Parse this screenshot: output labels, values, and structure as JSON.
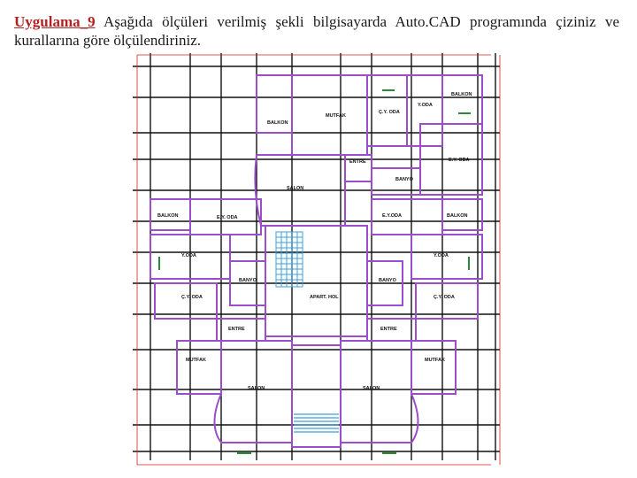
{
  "instruction": {
    "label": "Uygulama_9",
    "text": " Aşağıda ölçüleri verilmiş şekli bilgisayarda Auto.CAD programında çiziniz ve kurallarına göre ölçülendiriniz."
  },
  "plan": {
    "colors": {
      "wall": "#9b4dca",
      "grid": "#111111",
      "dimension": "#d02020",
      "stair": "#3aa0d8",
      "stair_accent": "#e0b020",
      "green": "#2a8a3a"
    },
    "rooms": [
      {
        "id": "mutfak-top",
        "label": "MUTFAK"
      },
      {
        "id": "cy-oda-top",
        "label": "Ç.Y. ODA"
      },
      {
        "id": "y-oda-top",
        "label": "Y.ODA"
      },
      {
        "id": "balkon-tr",
        "label": "BALKON"
      },
      {
        "id": "balkon-tl",
        "label": "BALKON"
      },
      {
        "id": "entre-top",
        "label": "ENTRE"
      },
      {
        "id": "banyo-top",
        "label": "BANYO"
      },
      {
        "id": "salon-top",
        "label": "SALON"
      },
      {
        "id": "ey-oda-tr",
        "label": "E.Y. ODA"
      },
      {
        "id": "balkon-ml",
        "label": "BALKON"
      },
      {
        "id": "ey-oda-l",
        "label": "E.Y. ODA"
      },
      {
        "id": "ey-oda-r",
        "label": "E.Y.ODA"
      },
      {
        "id": "balkon-mr",
        "label": "BALKON"
      },
      {
        "id": "y-oda-l",
        "label": "Y.ODA"
      },
      {
        "id": "y-oda-r",
        "label": "Y.ODA"
      },
      {
        "id": "banyo-l",
        "label": "BANYO"
      },
      {
        "id": "banyo-r",
        "label": "BANYO"
      },
      {
        "id": "cy-oda-l",
        "label": "Ç.Y. ODA"
      },
      {
        "id": "cy-oda-r",
        "label": "Ç.Y. ODA"
      },
      {
        "id": "apart-hol",
        "label": "APART. HOL"
      },
      {
        "id": "entre-l",
        "label": "ENTRE"
      },
      {
        "id": "entre-r",
        "label": "ENTRE"
      },
      {
        "id": "mutfak-l",
        "label": "MUTFAK"
      },
      {
        "id": "mutfak-r",
        "label": "MUTFAK"
      },
      {
        "id": "salon-l",
        "label": "SALON"
      },
      {
        "id": "salon-r",
        "label": "SALON"
      }
    ]
  }
}
